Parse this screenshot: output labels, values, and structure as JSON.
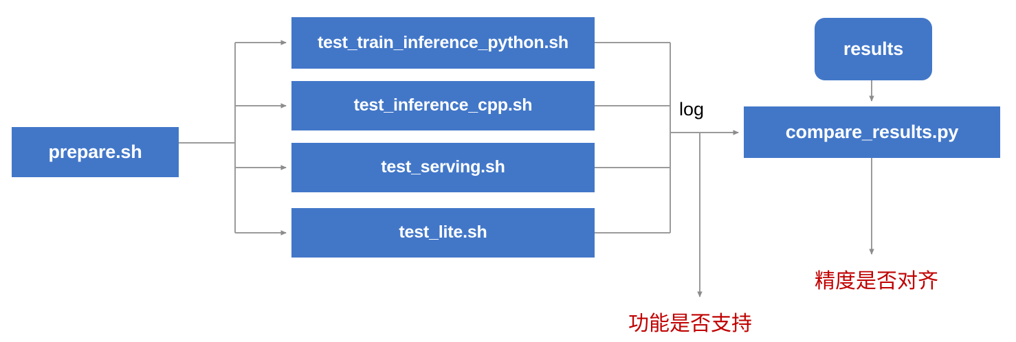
{
  "diagram": {
    "title_colors": {
      "node_fill": "#4277C8",
      "node_text": "#FFFFFF",
      "connector": "#9A9A9A",
      "note_text": "#C00000",
      "background": "#FFFFFF"
    },
    "nodes": [
      {
        "id": "prepare",
        "label": "prepare.sh",
        "shape": "rect"
      },
      {
        "id": "train_py",
        "label": "test_train_inference_python.sh",
        "shape": "rect"
      },
      {
        "id": "inf_cpp",
        "label": "test_inference_cpp.sh",
        "shape": "rect"
      },
      {
        "id": "serving",
        "label": "test_serving.sh",
        "shape": "rect"
      },
      {
        "id": "lite",
        "label": "test_lite.sh",
        "shape": "rect"
      },
      {
        "id": "results",
        "label": "results",
        "shape": "rounded-rect"
      },
      {
        "id": "compare",
        "label": "compare_results.py",
        "shape": "rect"
      }
    ],
    "edge_labels": [
      {
        "id": "log",
        "label": "log"
      }
    ],
    "notes": [
      {
        "id": "feature",
        "label": "功能是否支持"
      },
      {
        "id": "accuracy",
        "label": "精度是否对齐"
      }
    ],
    "edges": [
      {
        "from": "prepare",
        "to": "train_py"
      },
      {
        "from": "prepare",
        "to": "inf_cpp"
      },
      {
        "from": "prepare",
        "to": "serving"
      },
      {
        "from": "prepare",
        "to": "lite"
      },
      {
        "from": "train_py",
        "to": "compare",
        "label": "log"
      },
      {
        "from": "inf_cpp",
        "to": "compare",
        "label": "log"
      },
      {
        "from": "serving",
        "to": "compare",
        "label": "log"
      },
      {
        "from": "lite",
        "to": "compare",
        "label": "log"
      },
      {
        "from": "trunk",
        "to": "feature"
      },
      {
        "from": "results",
        "to": "compare"
      },
      {
        "from": "compare",
        "to": "accuracy"
      }
    ]
  }
}
